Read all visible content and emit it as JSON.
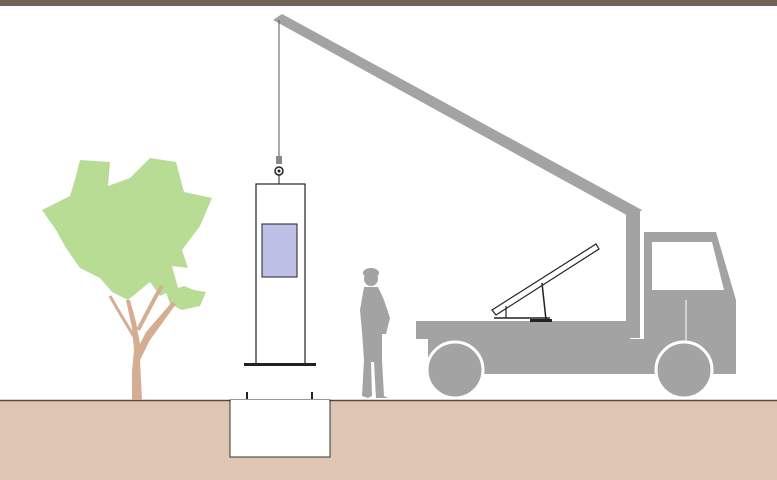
{
  "scene": {
    "description_items": [
      "tree",
      "kiosk",
      "worker",
      "crane-truck",
      "solar-panel",
      "foundation-pit"
    ]
  },
  "colors": {
    "sky": "#ffffff",
    "top_strip": "#6f6657",
    "ground": "#dfc6b2",
    "ground_line": "#5a4a3e",
    "truck": "#a3a3a3",
    "crane": "#a3a3a3",
    "foliage": "#b9dc95",
    "trunk": "#d4ad93",
    "kiosk_screen": "#bfc0e8",
    "outline": "#222222",
    "person": "#a3a3a3"
  }
}
